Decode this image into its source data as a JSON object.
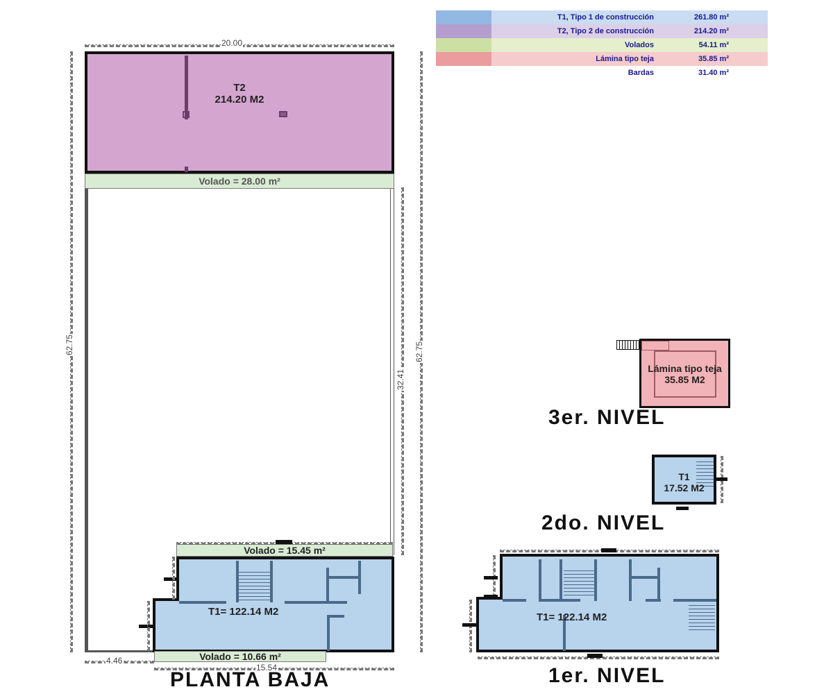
{
  "legend": {
    "rows": [
      {
        "label": "T1, Tipo 1 de construcción",
        "value": "261.80  m²",
        "swatch": "#93b7e3",
        "band": "#c9dcf2"
      },
      {
        "label": "T2, Tipo 2 de construcción",
        "value": "214.20  m²",
        "swatch": "#b39ecf",
        "band": "#dccfe8"
      },
      {
        "label": "Volados",
        "value": "54.11  m²",
        "swatch": "#cde0a3",
        "band": "#e5efcc"
      },
      {
        "label": "Lámina tipo teja",
        "value": "35.85  m²",
        "swatch": "#ea9c9f",
        "band": "#f6cbcc"
      },
      {
        "label": "Bardas",
        "value": "31.40  m²",
        "swatch": "#ffffff",
        "band": "#ffffff"
      }
    ]
  },
  "planta_baja": {
    "title": "PLANTA BAJA",
    "dimensions": {
      "top_width": "20.00",
      "left_height": "62.75",
      "right_height": "62.75",
      "inner_height": "32.41",
      "bottom_left": "4.46",
      "bottom_width": "15.54"
    },
    "t2": {
      "code": "T2",
      "area": "214.20 M2"
    },
    "volado_top": "Volado = 28.00 m²",
    "volado_mid": "Volado = 15.45 m²",
    "volado_bottom": "Volado = 10.66 m²",
    "t1": "T1= 122.14 M2"
  },
  "nivel_3": {
    "title": "3er. NIVEL",
    "label": "Lámina tipo teja 35.85 M2"
  },
  "nivel_2": {
    "title": "2do. NIVEL",
    "code": "T1",
    "area": "17.52 M2"
  },
  "nivel_1": {
    "title": "1er. NIVEL",
    "label": "T1= 122.14  M2"
  },
  "colors": {
    "t1": "#b8d3ec",
    "t2": "#d4a5cf",
    "volado": "#d9ecd3",
    "lamina": "#f2b3b8",
    "legend_text": "#1a1a8a"
  }
}
